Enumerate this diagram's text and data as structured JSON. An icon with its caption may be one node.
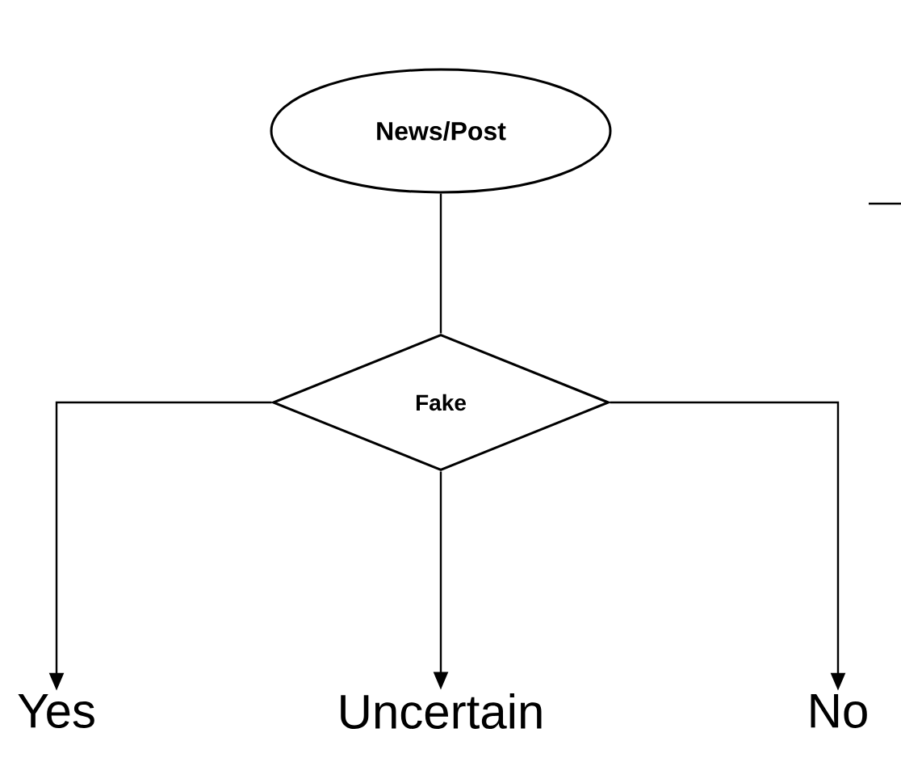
{
  "diagram": {
    "nodes": [
      {
        "text": [
          "News/Post"
        ]
      },
      {
        "text": [
          "Fake"
        ]
      },
      {
        "text": [
          "Yes"
        ]
      },
      {
        "text": [
          "Uncertain"
        ]
      },
      {
        "text": [
          "No"
        ]
      }
    ],
    "edges": [
      {
        "from": 0,
        "to": 1,
        "arrow": "none"
      },
      {
        "from": 1,
        "to": 2,
        "arrow": "to"
      },
      {
        "from": 1,
        "to": 3,
        "arrow": "to"
      },
      {
        "from": 1,
        "to": 4,
        "arrow": "to"
      }
    ]
  }
}
